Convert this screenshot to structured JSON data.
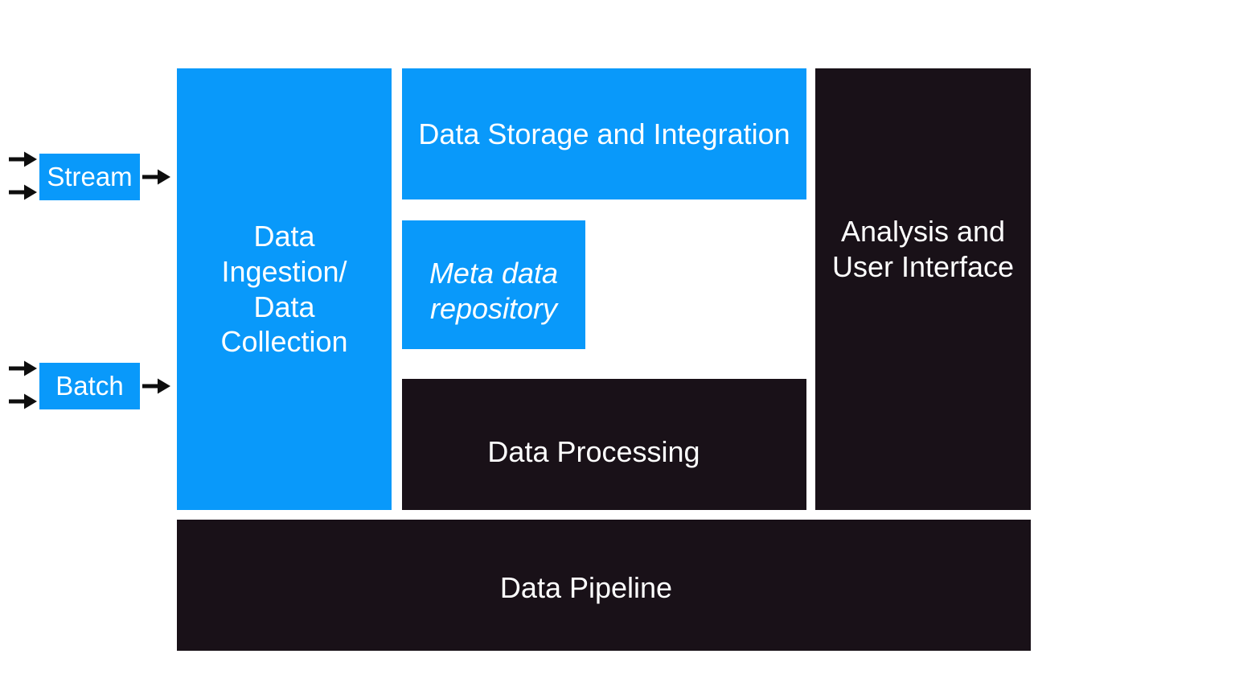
{
  "colors": {
    "bg": "#ffffff",
    "blue": "#0999fa",
    "dark": "#191118",
    "arrow": "#0e0e0e",
    "label": "#ffffff"
  },
  "nodes": {
    "stream": {
      "label": "Stream"
    },
    "batch": {
      "label": "Batch"
    },
    "ingestion": {
      "label": "Data\nIngestion/\nData\nCollection"
    },
    "storage": {
      "label": "Data Storage and Integration"
    },
    "meta_repository": {
      "label": "Meta data\nrepository"
    },
    "processing": {
      "label": "Data Processing"
    },
    "analysis": {
      "label": "Analysis and\nUser Interface"
    },
    "pipeline": {
      "label": "Data Pipeline"
    }
  }
}
